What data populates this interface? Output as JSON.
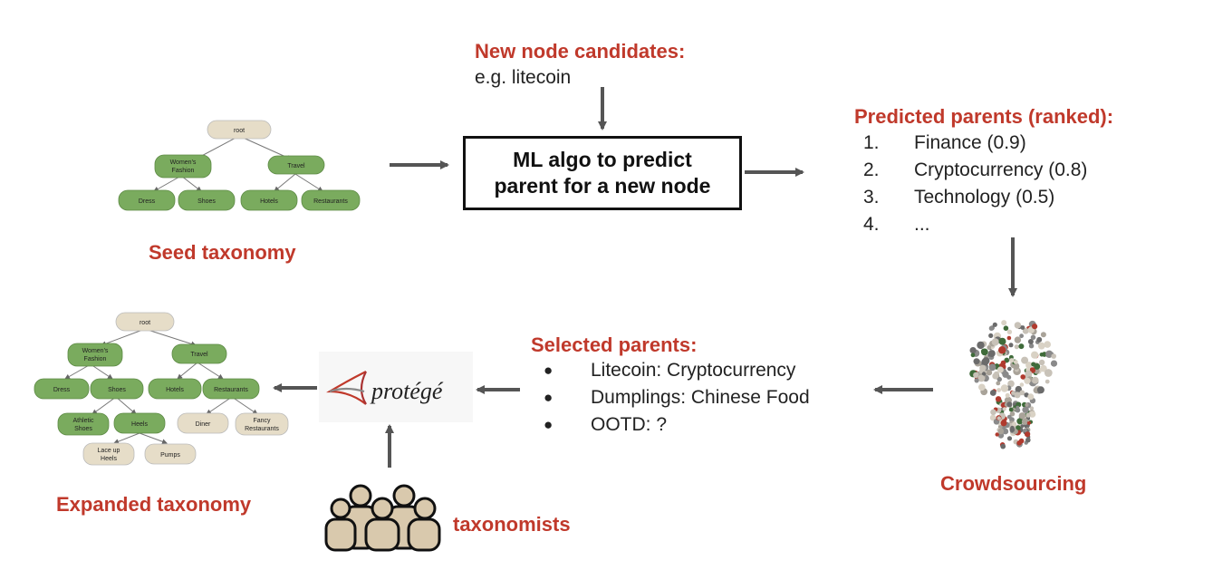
{
  "new_nodes": {
    "title": "New node candidates:",
    "example": "e.g. litecoin"
  },
  "ml_box": {
    "line1": "ML algo to predict",
    "line2": "parent for a new node"
  },
  "predicted": {
    "title": "Predicted parents (ranked):",
    "items": [
      {
        "num": "1.",
        "label": "Finance (0.9)"
      },
      {
        "num": "2.",
        "label": "Cryptocurrency (0.8)"
      },
      {
        "num": "3.",
        "label": "Technology (0.5)"
      },
      {
        "num": "4.",
        "label": "..."
      }
    ]
  },
  "seed": {
    "caption": "Seed taxonomy",
    "nodes": {
      "root": "root",
      "womens_fashion_1": "Women's",
      "womens_fashion_2": "Fashion",
      "travel": "Travel",
      "dress": "Dress",
      "shoes": "Shoes",
      "hotels": "Hotels",
      "restaurants": "Restaurants"
    }
  },
  "crowd": {
    "caption": "Crowdsourcing"
  },
  "selected": {
    "title": "Selected parents:",
    "items": [
      "Litecoin: Cryptocurrency",
      "Dumplings: Chinese Food",
      "OOTD: ?"
    ],
    "bullet": "●"
  },
  "protege": {
    "logo_text": "protégé"
  },
  "taxonomists": {
    "label": "taxonomists"
  },
  "expanded": {
    "caption": "Expanded taxonomy",
    "nodes": {
      "root": "root",
      "womens_fashion_1": "Women's",
      "womens_fashion_2": "Fashion",
      "travel": "Travel",
      "dress": "Dress",
      "shoes": "Shoes",
      "hotels": "Hotels",
      "restaurants": "Restaurants",
      "athletic_1": "Athletic",
      "athletic_2": "Shoes",
      "heels": "Heels",
      "diner": "Diner",
      "fancy_1": "Fancy",
      "fancy_2": "Restaurants",
      "lace_1": "Lace up",
      "lace_2": "Heels",
      "pumps": "Pumps"
    }
  },
  "colors": {
    "accent_red": "#c0392b",
    "node_green": "#7aab5e",
    "node_beige": "#e6ddc8",
    "arrow": "#555555"
  }
}
